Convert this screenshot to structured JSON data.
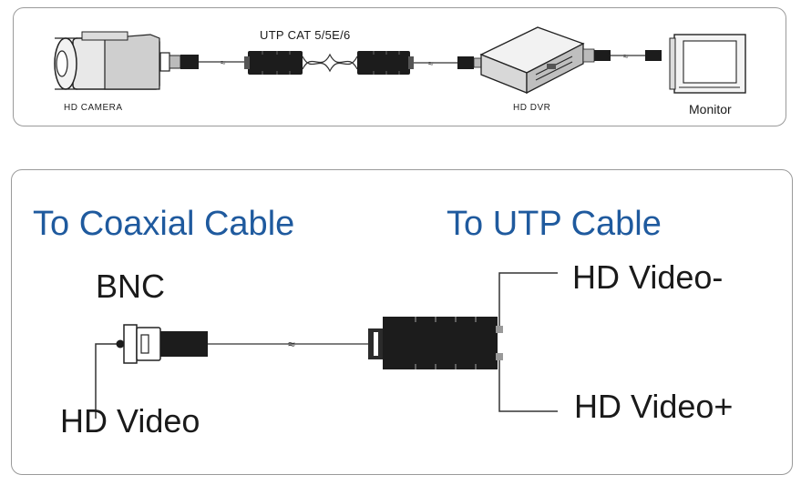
{
  "top_diagram": {
    "camera_label": "HD CAMERA",
    "cable_label": "UTP CAT 5/5E/6",
    "dvr_label": "HD DVR",
    "monitor_label": "Monitor"
  },
  "bottom_diagram": {
    "coax_heading": "To Coaxial Cable",
    "utp_heading": "To UTP Cable",
    "bnc_label": "BNC",
    "hd_video_label": "HD Video",
    "hd_video_minus_label": "HD Video-",
    "hd_video_plus_label": "HD Video+"
  },
  "colors": {
    "heading_blue": "#1f5a9e",
    "balun_body": "#1c1c1c",
    "line": "#333333"
  }
}
